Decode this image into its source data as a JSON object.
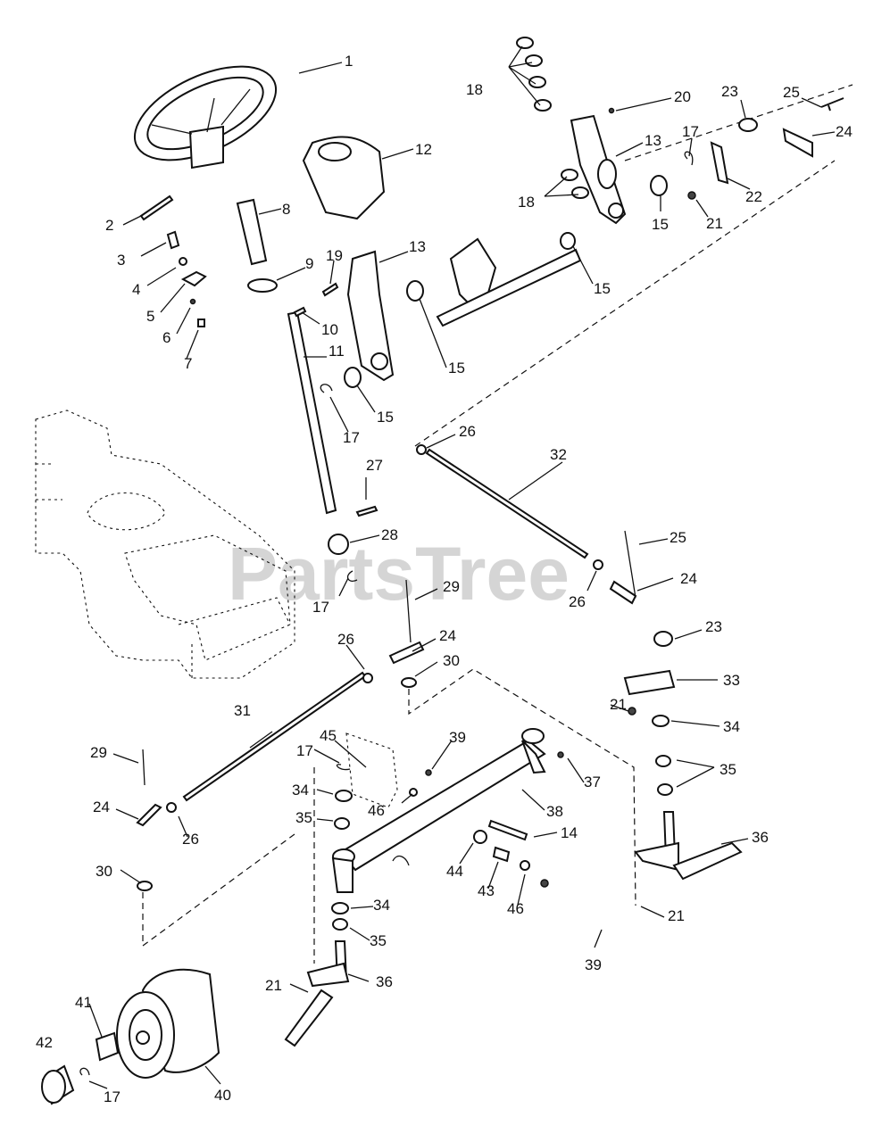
{
  "watermark": "PartsTree",
  "callouts": [
    "1",
    "2",
    "3",
    "4",
    "5",
    "6",
    "7",
    "8",
    "9",
    "10",
    "11",
    "12",
    "13",
    "14",
    "15",
    "17",
    "18",
    "19",
    "20",
    "21",
    "22",
    "23",
    "24",
    "25",
    "26",
    "27",
    "28",
    "29",
    "30",
    "31",
    "32",
    "33",
    "34",
    "35",
    "36",
    "37",
    "38",
    "39",
    "40",
    "41",
    "42",
    "43",
    "44",
    "45",
    "46"
  ]
}
